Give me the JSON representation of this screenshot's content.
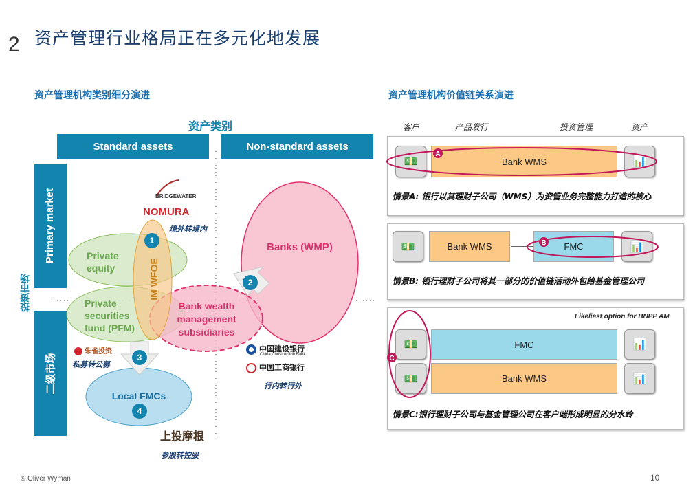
{
  "header": {
    "number": "2",
    "title": "资产管理行业格局正在多元化地发展"
  },
  "left": {
    "subtitle": "资产管理机构类别细分演进",
    "axis_top": "资产类别",
    "axis_left": "投资市场",
    "col_standard": "Standard assets",
    "col_nonstandard": "Non-standard assets",
    "row_primary": "Primary market",
    "row_secondary": "二级市场",
    "bubbles": {
      "private_equity": "Private equity",
      "pfm": "Private securities fund (PFM)",
      "im_wfoe": "IM WFOE",
      "bank_wealth": "Bank wealth management subsidiaries",
      "banks_wmp": "Banks (WMP)",
      "local_fmcs": "Local FMCs"
    },
    "markers": [
      "1",
      "2",
      "3",
      "4"
    ],
    "logos": {
      "bridgewater": "BRIDGEWATER",
      "nomura": "NOMURA",
      "zhuque": "朱雀投资",
      "ccb": "中国建设银行",
      "ccb_en": "China Construction Bank",
      "icbc": "中国工商银行",
      "ctrm": "上投摩根"
    },
    "annotations": {
      "offshore": "境外转境内",
      "private_to_public": "私募转公募",
      "in_to_out": "行内转行外",
      "stake_to_control": "参股转控股"
    },
    "colors": {
      "primary": "#1384ad",
      "green": "#a8d08d",
      "orange": "#f4b860",
      "pink": "#f06292",
      "blue": "#a9d6ea"
    }
  },
  "right": {
    "subtitle": "资产管理机构价值链关系演进",
    "columns": [
      "客户",
      "产品发行",
      "投资管理",
      "资产"
    ],
    "scenario_a": {
      "badge": "A",
      "bar": "Bank WMS",
      "caption_label": "情景A:",
      "caption": " 银行以其理财子公司（WMS）为资管业务完整能力打造的核心"
    },
    "scenario_b": {
      "badge": "B",
      "bar1": "Bank WMS",
      "bar2": "FMC",
      "caption_label": "情景B:",
      "caption": " 银行理财子公司将其一部分的价值链活动外包给基金管理公司"
    },
    "scenario_c": {
      "badge": "C",
      "note": "Likeliest option for BNPP AM",
      "bar1": "FMC",
      "bar2": "Bank WMS",
      "caption_label": "情景C:",
      "caption": "银行理财子公司与基金管理公司在客户端形成明显的分水岭"
    }
  },
  "footer": {
    "copyright": "© Oliver Wyman",
    "page": "10"
  }
}
